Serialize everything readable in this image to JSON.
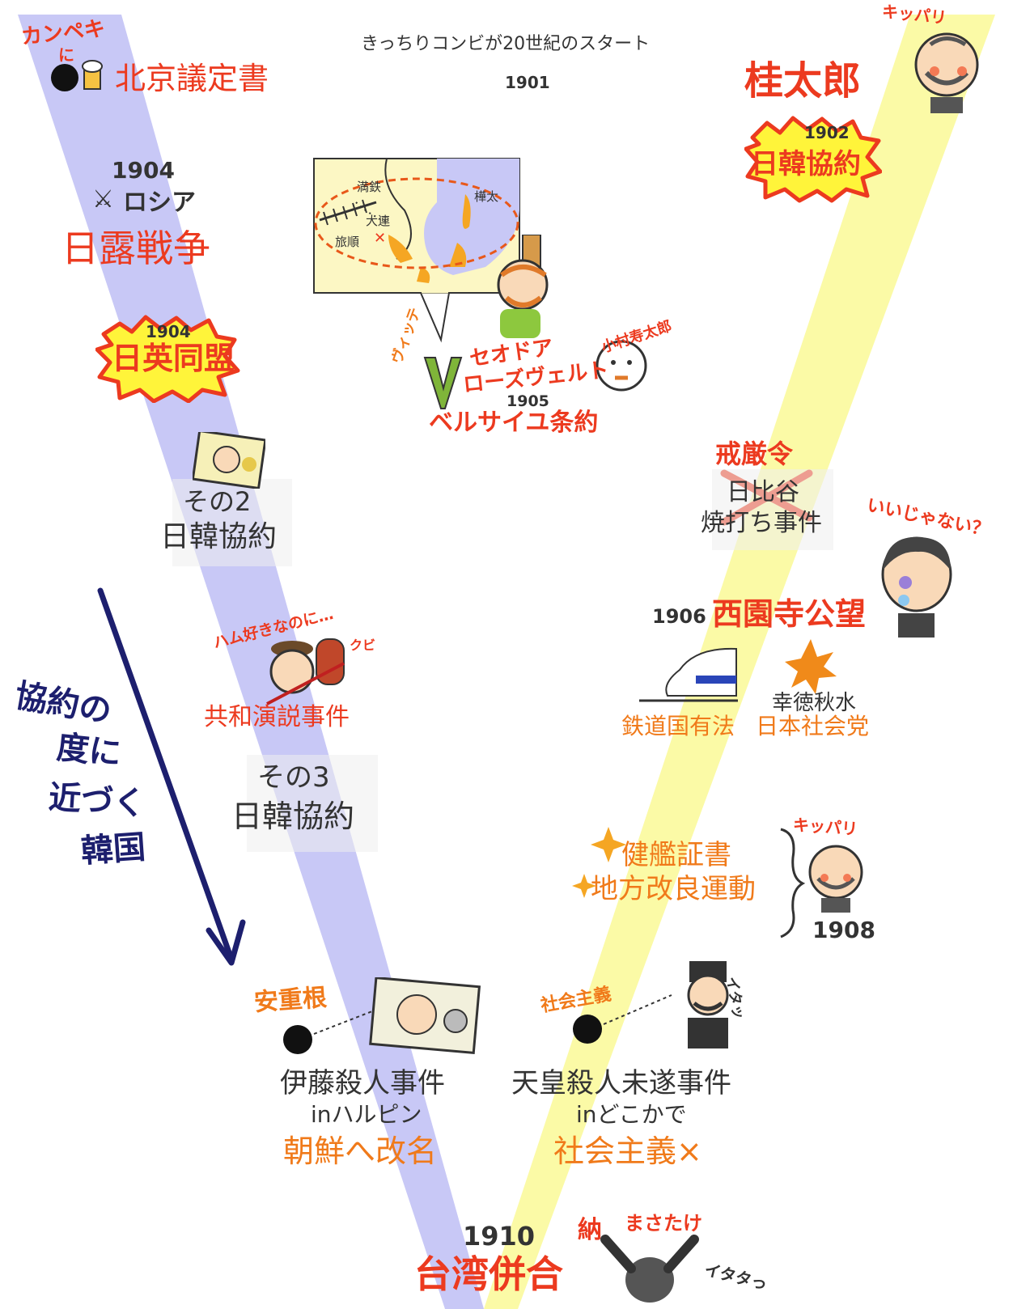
{
  "header": {
    "subtitle": "きっちりコンビが20世紀のスタート",
    "year": "1901"
  },
  "left": {
    "kanpeki": "カンペキ",
    "ni": "に",
    "beijing": "北京議定書",
    "year_1904a": "1904",
    "russia": "ロシア",
    "russojapanese_war": "日露戦争",
    "alliance_year": "1904",
    "alliance": "日英同盟",
    "treaty2_line1": "その2",
    "treaty2_line2": "日韓協約",
    "ham_note": "ハム好きなのに…",
    "kubi": "クビ",
    "republic_speech": "共和演説事件",
    "treaty3_line1": "その3",
    "treaty3_line2": "日韓協約",
    "arrow_note": [
      "協約の",
      "度に",
      "近づく",
      "韓国"
    ]
  },
  "map": {
    "mantetsu": "満鉄",
    "karafuto": "樺太",
    "dairen": "大連",
    "ryojun": "旅順"
  },
  "center": {
    "vitte": "ヴィッテ",
    "roosevelt_line1": "セオドア",
    "roosevelt_line2": "ローズヴェルト",
    "komura": "小村寿太郎",
    "versailles_year": "1905",
    "versailles": "ベルサイユ条約"
  },
  "right": {
    "kippari_top": "キッパリ",
    "katsura": "桂太郎",
    "treaty1_year": "1902",
    "treaty1": "日韓協約",
    "martial_law": "戒厳令",
    "hibiya_line1": "日比谷",
    "hibiya_line2": "焼打ち事件",
    "iijanai": "いいじゃない？",
    "saionji_year": "1906",
    "saionji": "西園寺公望",
    "kotoku": "幸徳秋水",
    "railway_law": "鉄道国有法",
    "socialist_party": "日本社会党",
    "kenkan": "健艦証書",
    "chiho": "地方改良運動",
    "kippari_mid": "キッパリ",
    "year_1908": "1908"
  },
  "bottom": {
    "an_jung": "安重根",
    "ito_incident": "伊藤殺人事件",
    "in_harbin": "inハルピン",
    "rename": "朝鮮へ改名",
    "extremist": "社会主義",
    "itatsu": "イタッ",
    "emperor_incident": "天皇殺人未遂事件",
    "in_somewhere": "inどこかで",
    "socialism_x": "社会主義×",
    "year_1910": "1910",
    "annexation": "台湾併合",
    "nattou": "納",
    "masatake": "まさたけ",
    "itata": "イタタっ"
  }
}
